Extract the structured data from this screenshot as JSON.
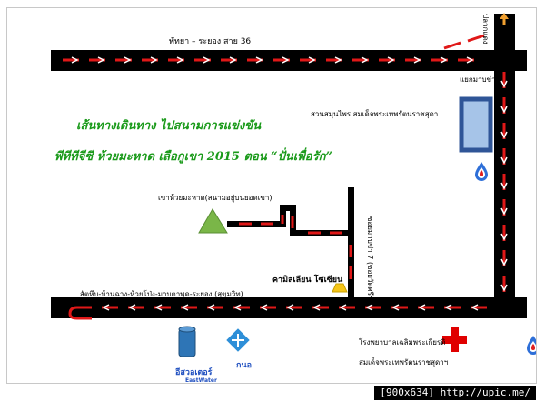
{
  "labels": {
    "highway36": "พัทยา –  ระยอง สาย 36",
    "junction": "แยกมาบข่า",
    "highway_north": "ปลวกแดง",
    "garden": "สวนสมุนไพร สมเด็จพระเทพรัตนราชสุดา",
    "title_line1": "เส้นทางเดินทาง ไปสนามการแข่งขัน",
    "title_line2": "พีทีทีจีซี ห้วยมะหาด เลือกูเขา 2015 ตอน “ปั่นเพื่อรัก”",
    "mountain": "เขาห้วยมะหาด(สนามอยู่บนยอดเขา)",
    "soi": "ซอยมาบข่า 7 (ซอยวัดศรีฯ)",
    "chemical": "คามิลเลียน  โซเซียน",
    "sukhumvit": "สัตหีบ-บ้านฉาง-ห้วยโป่ง-มาบตาพุด-ระยอง (สุขุมวิท)",
    "eastwater": "อีสวอเตอร์",
    "eastwater_logo": "EastWater",
    "kanor": "กนอ",
    "hospital_line1": "โรงพยาบาลเฉลิมพระเกียรติ",
    "hospital_line2": "สมเด็จพระเทพรัตนราชสุดาฯ",
    "footer": "[900x634] http://upic.me/"
  },
  "icons": [
    "arrow-up-icon",
    "garden-rectangle-icon",
    "gas-station-icon",
    "mountain-icon",
    "factory-icon",
    "water-tank-icon",
    "kanor-logo-icon",
    "hospital-cross-icon"
  ],
  "colors": {
    "road": "#000000",
    "route_arrow": "#e01818",
    "title": "#1a9a1a",
    "mountain": "#7ab648",
    "garden_border": "#2f5597",
    "water_tank": "#2e75b6",
    "kanor": "#2e8fd8",
    "hospital": "#e00000",
    "factory": "#f5c518"
  }
}
